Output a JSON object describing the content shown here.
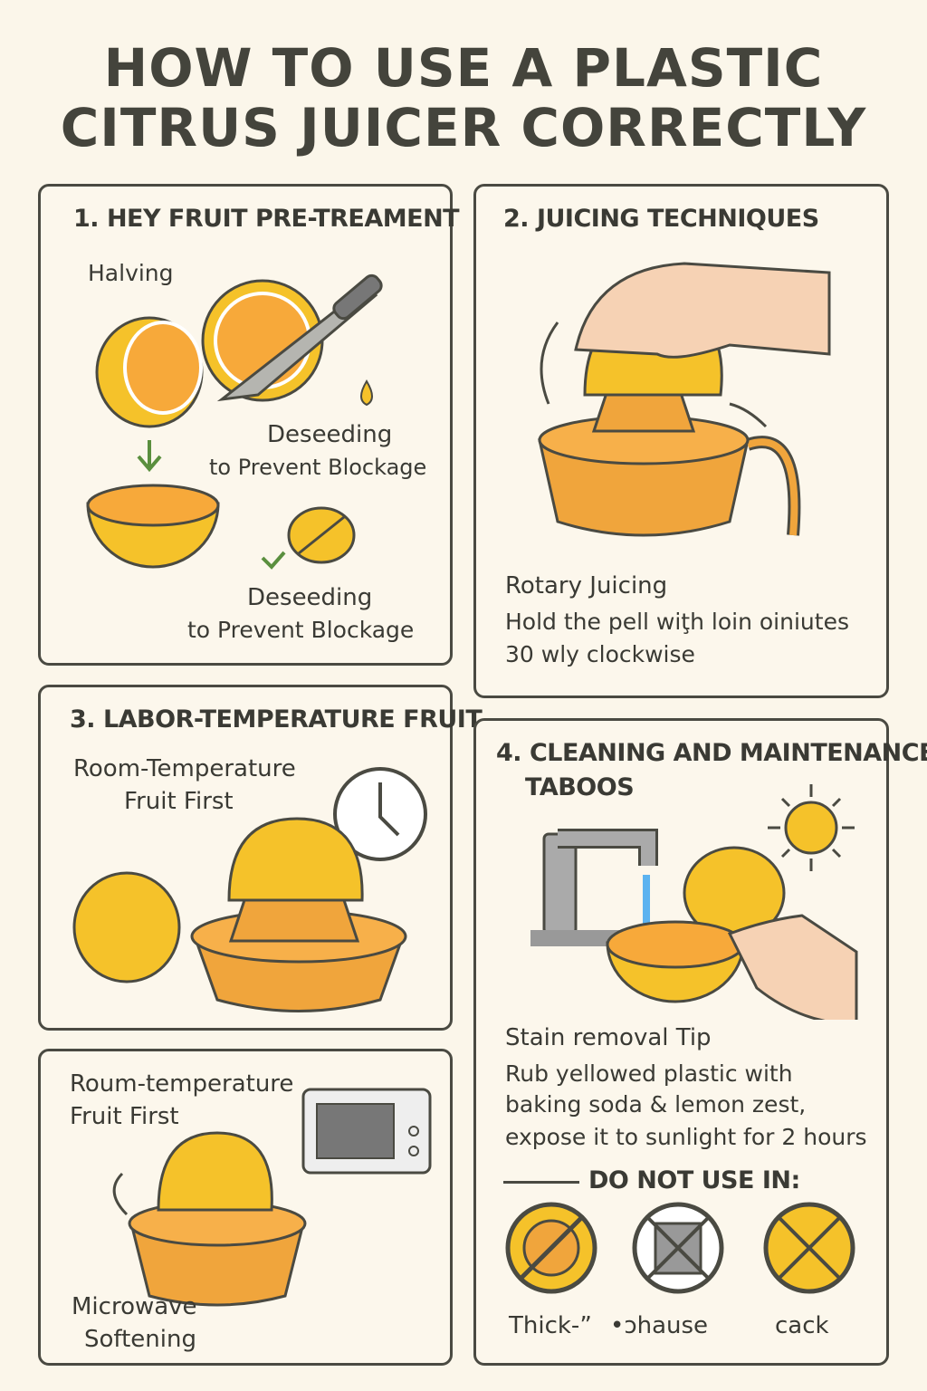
{
  "title_line1": "HOW TO USE A PLASTIC",
  "title_line2": "CITRUS JUICER CORRECTLY",
  "panel1": {
    "heading": "1. HEY FRUIT PRE-TREAMENT",
    "halving": "Halving",
    "deseed1_a": "Deseeding",
    "deseed1_b": "to Prevent Blockage",
    "deseed2_a": "Deseeding",
    "deseed2_b": "to Prevent Blockage"
  },
  "panel2": {
    "heading": "2. JUICING TECHNIQUES",
    "sub": "Rotary Juicing",
    "line1": "Hold the pell wiţh loin oiniutes",
    "line2": "30 wly clockwise"
  },
  "panel3": {
    "heading": "3. LABOR-TEMPERATURE FRUIT",
    "sub_a": "Room-Temperature",
    "sub_b": "Fruit First"
  },
  "panel5": {
    "sub_a": "Roum-temperature",
    "sub_b": "Fruit First",
    "foot_a": "Microwave",
    "foot_b": "Softening"
  },
  "panel4": {
    "heading_a": "4. CLEANING AND MAINTENANCE",
    "heading_b": "TABOOS",
    "tip": "Stain removal Tip",
    "tip1": "Rub yellowed plastic with",
    "tip2": "baking soda & lemon zest,",
    "tip3": "expose it to sunlight for 2 hours",
    "donot": "DO NOT USE IN:",
    "labels": [
      "Thick-”",
      "•ɔhause",
      "cack"
    ]
  },
  "colors": {
    "yellow": "#f5c22a",
    "orange": "#f0a53c",
    "border": "#4a4a42",
    "bg": "#fbf6ea"
  }
}
